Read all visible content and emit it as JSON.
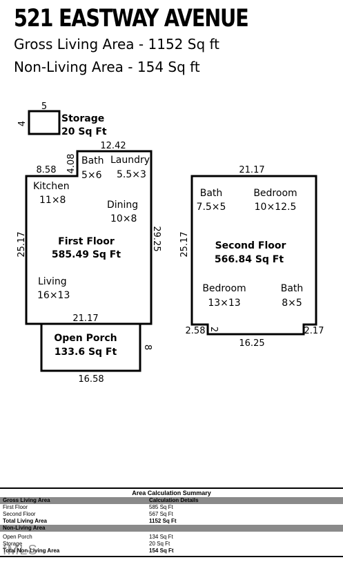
{
  "header": {
    "address": "521 EASTWAY AVENUE",
    "gross_line": "Gross Living Area - 1152 Sq ft",
    "nonliving_line": "Non-Living Area - 154 Sq ft"
  },
  "plan": {
    "storage": {
      "name": "Storage",
      "area": "20 Sq Ft",
      "dim_top": "5",
      "dim_side": "4"
    },
    "first_floor": {
      "name": "First Floor",
      "area": "585.49 Sq Ft",
      "dims": {
        "top_left": "8.58",
        "notch": "4.08",
        "top_right": "12.42",
        "left": "25.17",
        "right": "29.25",
        "bottom": "21.17"
      },
      "rooms": [
        {
          "name": "Bath",
          "size": "5×6"
        },
        {
          "name": "Laundry",
          "size": "5.5×3"
        },
        {
          "name": "Kitchen",
          "size": "11×8"
        },
        {
          "name": "Dining",
          "size": "10×8"
        },
        {
          "name": "Living",
          "size": "16×13"
        }
      ]
    },
    "open_porch": {
      "name": "Open Porch",
      "area": "133.6 Sq Ft",
      "dim_side": "8",
      "dim_bottom": "16.58"
    },
    "second_floor": {
      "name": "Second Floor",
      "area": "566.84 Sq Ft",
      "dims": {
        "top": "21.17",
        "left": "25.17",
        "bottom_left": "2.58",
        "notch": "2",
        "bottom": "16.25",
        "bottom_right": "2.17"
      },
      "rooms": [
        {
          "name": "Bath",
          "size": "7.5×5"
        },
        {
          "name": "Bedroom",
          "size": "10×12.5"
        },
        {
          "name": "Bedroom",
          "size": "13×13"
        },
        {
          "name": "Bath",
          "size": "8×5"
        }
      ]
    }
  },
  "summary": {
    "title": "Area Calculation Summary",
    "gross_header": "Gross Living Area",
    "calc_header": "Calculation Details",
    "first_floor": {
      "label": "First Floor",
      "value": "585 Sq Ft"
    },
    "second_floor": {
      "label": "Second Floor",
      "value": "567 Sq Ft"
    },
    "total_living": {
      "label": "Total Living Area",
      "value": "1152 Sq Ft"
    },
    "nonliving_header": "Non-Living Area",
    "open_porch": {
      "label": "Open Porch",
      "value": "134 Sq Ft"
    },
    "storage": {
      "label": "Storage",
      "value": "20 Sq Ft"
    },
    "total_nonliving": {
      "label": "Total Non-Living Area",
      "value": "154 Sq Ft"
    }
  },
  "watermark": "fMLS"
}
